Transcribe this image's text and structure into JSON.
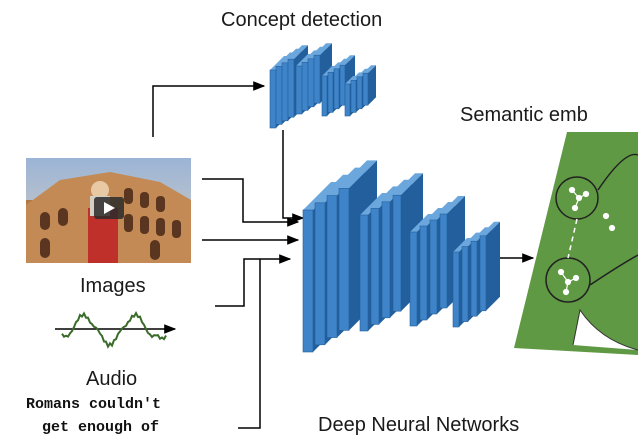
{
  "labels": {
    "concept_detection": "Concept detection",
    "semantic_embedding": "Semantic emb",
    "images": "Images",
    "audio": "Audio",
    "text_line1": "Romans couldn't",
    "text_line2": "get enough of",
    "deep_neural_networks": "Deep Neural Networks"
  },
  "colors": {
    "layer_face": "#3f84c8",
    "layer_side": "#235f9c",
    "layer_top": "#6ba7dd",
    "embedding_green": "#5f9943",
    "audio_wave": "#3b6b2a",
    "arrow": "#000000"
  },
  "icons": {
    "video_thumbnail": "colosseum-video-thumbnail",
    "play": "play-icon",
    "waveform": "audio-waveform-icon"
  }
}
